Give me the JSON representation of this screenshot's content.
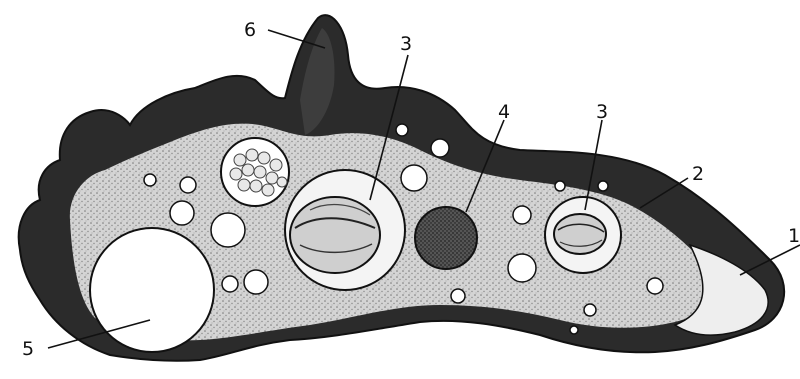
{
  "figure": {
    "labels": {
      "l1": "1",
      "l2": "2",
      "l3a": "3",
      "l3b": "3",
      "l4": "4",
      "l5": "5",
      "l6": "6"
    },
    "colors": {
      "ink": "#111111",
      "endoplasm": "#c9c9c9",
      "ectoplasm_dark": "#2b2b2b",
      "nucleus": "#3a3a3a",
      "background": "#ffffff"
    }
  }
}
